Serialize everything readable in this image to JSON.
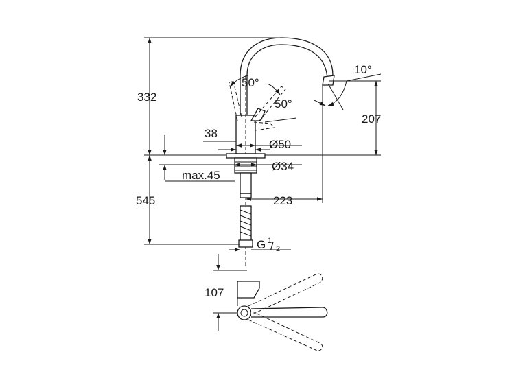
{
  "dimensions": {
    "total_height": "332",
    "spout_height": "207",
    "lever_angle_front": "50°",
    "lever_angle_side": "50°",
    "spout_angle": "10°",
    "lever_offset": "38",
    "base_diameter": "Ø50",
    "hole_diameter": "Ø34",
    "max_deck": "max.45",
    "hose_length": "545",
    "spout_reach": "223",
    "thread_prefix": "G",
    "thread_num": "1",
    "thread_den": "2",
    "top_view_depth": "107"
  }
}
